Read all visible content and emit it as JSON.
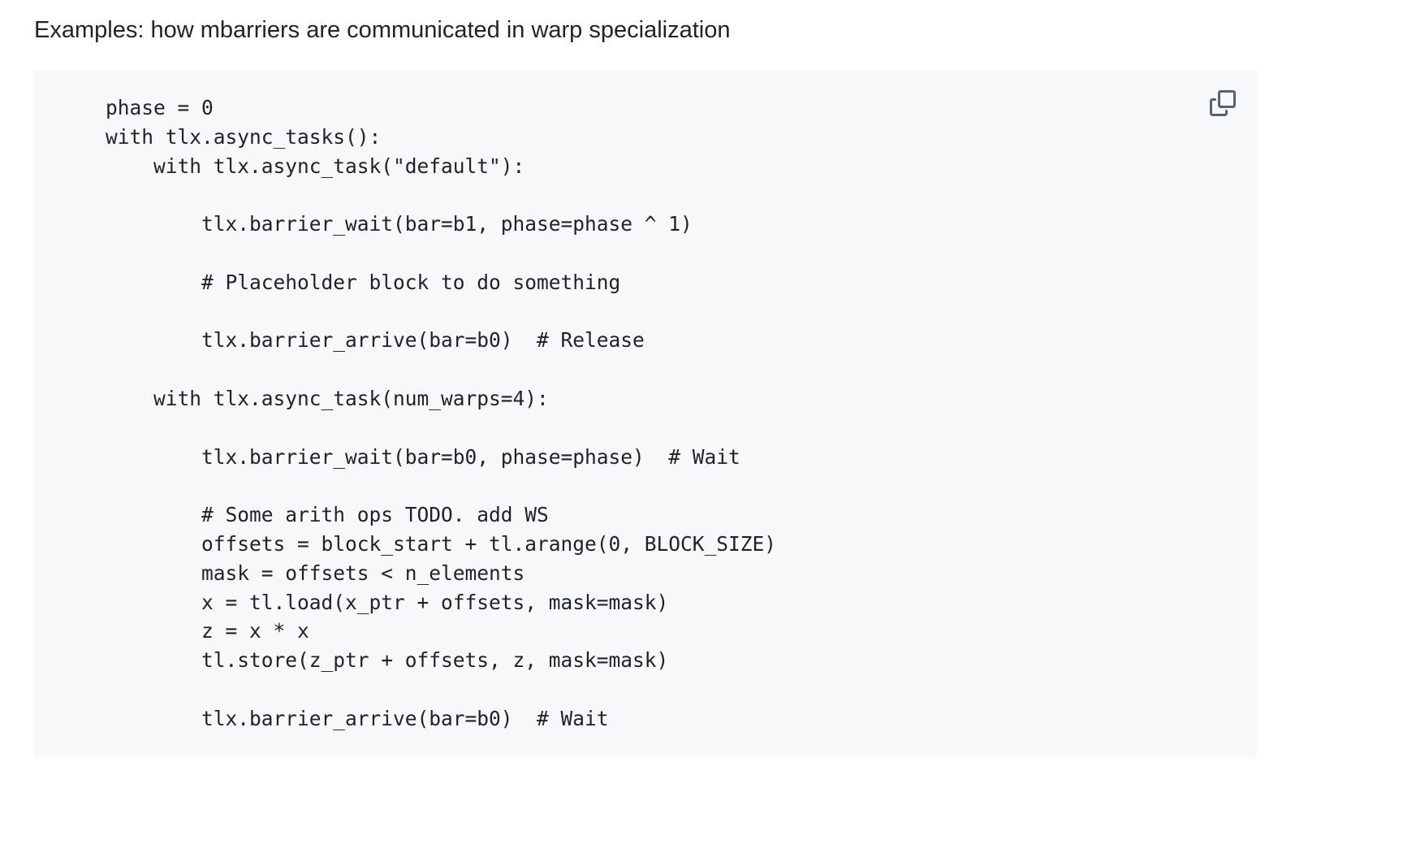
{
  "heading": "Examples: how mbarriers are communicated in warp specialization",
  "code_block": {
    "copy_icon": "copy-icon",
    "background_color": "#f6f8fa",
    "lines": [
      "phase = 0",
      "with tlx.async_tasks():",
      "    with tlx.async_task(\"default\"):",
      "",
      "        tlx.barrier_wait(bar=b1, phase=phase ^ 1)",
      "",
      "        # Placeholder block to do something",
      "",
      "        tlx.barrier_arrive(bar=b0)  # Release",
      "",
      "    with tlx.async_task(num_warps=4):",
      "",
      "        tlx.barrier_wait(bar=b0, phase=phase)  # Wait",
      "",
      "        # Some arith ops TODO. add WS",
      "        offsets = block_start + tl.arange(0, BLOCK_SIZE)",
      "        mask = offsets < n_elements",
      "        x = tl.load(x_ptr + offsets, mask=mask)",
      "        z = x * x",
      "        tl.store(z_ptr + offsets, z, mask=mask)",
      "",
      "        tlx.barrier_arrive(bar=b0)  # Wait"
    ]
  }
}
